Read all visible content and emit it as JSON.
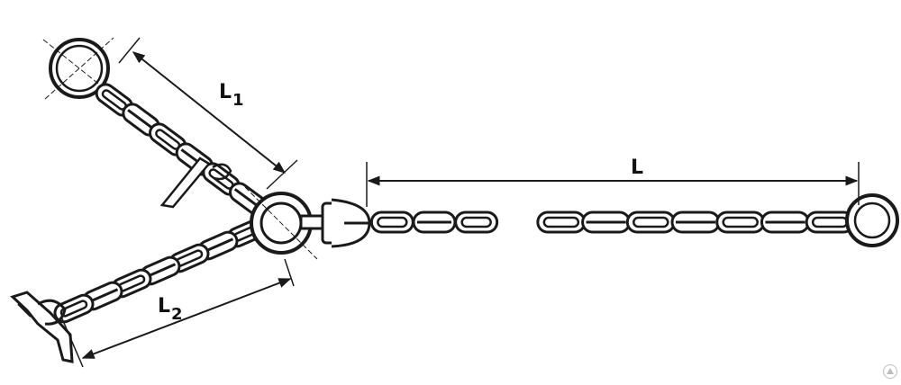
{
  "diagram": {
    "labels": {
      "L": {
        "main": "L",
        "sub": ""
      },
      "L1": {
        "main": "L",
        "sub": "1"
      },
      "L2": {
        "main": "L",
        "sub": "2"
      }
    },
    "colors": {
      "line": "#1a1a1a",
      "link_fill": "#ffffff",
      "background": "#ffffff",
      "watermark": "#bdbdbd"
    },
    "icons": [
      "master-ring-icon",
      "swivel-icon",
      "hook-icon",
      "end-ring-icon"
    ]
  }
}
